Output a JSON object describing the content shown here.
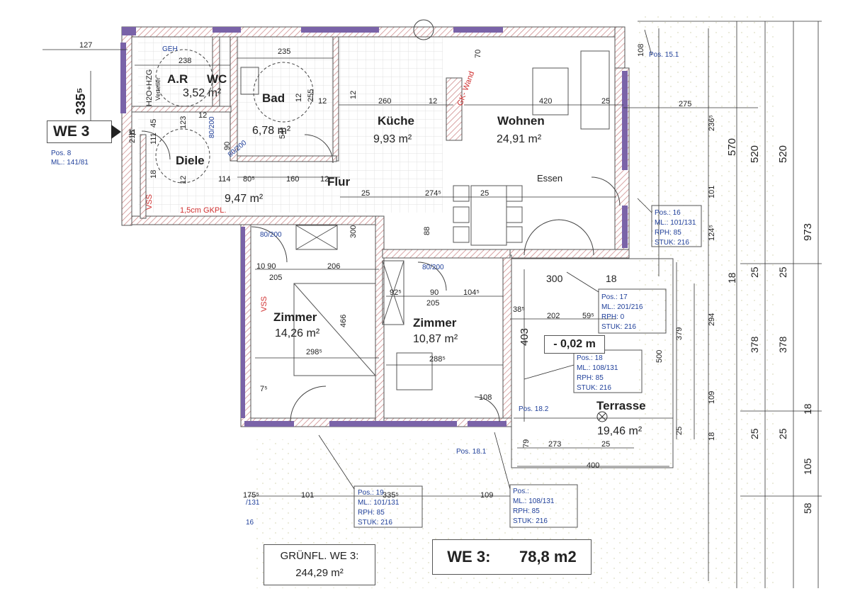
{
  "unit": {
    "label": "WE 3",
    "total_label": "WE 3:",
    "total_area": "78,8 m2",
    "garden_label": "GRÜNFL. WE 3:",
    "garden_area": "244,29 m²",
    "level": "- 0,02 m"
  },
  "rooms": [
    {
      "name": "A.R",
      "area": ""
    },
    {
      "name": "WC",
      "area": "3,52 m²"
    },
    {
      "name": "Bad",
      "area": "6,78 m²"
    },
    {
      "name": "Küche",
      "area": "9,93 m²"
    },
    {
      "name": "Wohnen",
      "area": "24,91 m²"
    },
    {
      "name": "Essen",
      "area": ""
    },
    {
      "name": "Diele",
      "area": ""
    },
    {
      "name": "Flur",
      "area": "9,47 m²"
    },
    {
      "name": "Zimmer",
      "area": "14,26 m²"
    },
    {
      "name": "Zimmer",
      "area": "10,87 m²"
    },
    {
      "name": "Terrasse",
      "area": "19,46 m²"
    }
  ],
  "labels": {
    "geh": "GEH",
    "h2o": "H2O+HZG",
    "verteiler": "Verteiler",
    "gk_wand": "GK- Wand",
    "vss": "VSS",
    "vss2": "VSS",
    "gkpl": "1,5cm GKPL.",
    "door_80_200_a": "80/200",
    "door_80_200_b": "80/200",
    "door_80_200_c": "80/200",
    "door_80_200_d": "80/200"
  },
  "pos_tags": [
    {
      "id": "p8",
      "lines": [
        "Pos. 8",
        "ML.: 141/81"
      ]
    },
    {
      "id": "p151",
      "lines": [
        "Pos. 15.1"
      ]
    },
    {
      "id": "p16",
      "lines": [
        "Pos.: 16",
        "ML.: 101/131",
        "RPH: 85",
        "STUK: 216"
      ]
    },
    {
      "id": "p17",
      "lines": [
        "Pos.: 17",
        "ML.: 201/216",
        "RPH: 0",
        "STUK: 216"
      ]
    },
    {
      "id": "p18",
      "lines": [
        "Pos.: 18",
        "ML.: 108/131",
        "RPH: 85",
        "STUK: 216"
      ]
    },
    {
      "id": "p182",
      "lines": [
        "Pos. 18.2"
      ]
    },
    {
      "id": "p181",
      "lines": [
        "Pos. 18.1"
      ]
    },
    {
      "id": "p19",
      "lines": [
        "Pos.: 19",
        "ML.: 101/131",
        "RPH: 85",
        "STUK: 216"
      ]
    },
    {
      "id": "p20",
      "lines": [
        "Pos.:",
        "ML.: 108/131",
        "RPH: 85",
        "STUK: 216"
      ]
    },
    {
      "id": "pleft",
      "lines": [
        "/131",
        "16"
      ]
    }
  ],
  "dims_h": [
    "127",
    "238",
    "235",
    "260",
    "12",
    "420",
    "25",
    "275",
    "70",
    "12",
    "12",
    "111",
    "45",
    "114",
    "80⁵",
    "160",
    "12",
    "25",
    "274⁵",
    "25",
    "88",
    "10 90",
    "205",
    "206",
    "92⁵",
    "90",
    "104⁵",
    "205",
    "300",
    "18",
    "38⁵",
    "202",
    "59⁵",
    "298⁵",
    "288⁵",
    "7⁵",
    "108",
    "273",
    "25",
    "400",
    "79",
    "175⁵",
    "101",
    "335⁵",
    "109",
    "300",
    "12",
    "12",
    "255",
    "12",
    "123",
    "54⁵",
    "90",
    "11",
    "18",
    "216"
  ],
  "dims_v": [
    "335⁵",
    "108",
    "236⁵",
    "570",
    "520",
    "520",
    "973",
    "101",
    "124⁵",
    "18",
    "25",
    "25",
    "294",
    "378",
    "378",
    "109",
    "18",
    "25",
    "25",
    "105",
    "18",
    "58",
    "25",
    "379",
    "500",
    "403",
    "466"
  ]
}
